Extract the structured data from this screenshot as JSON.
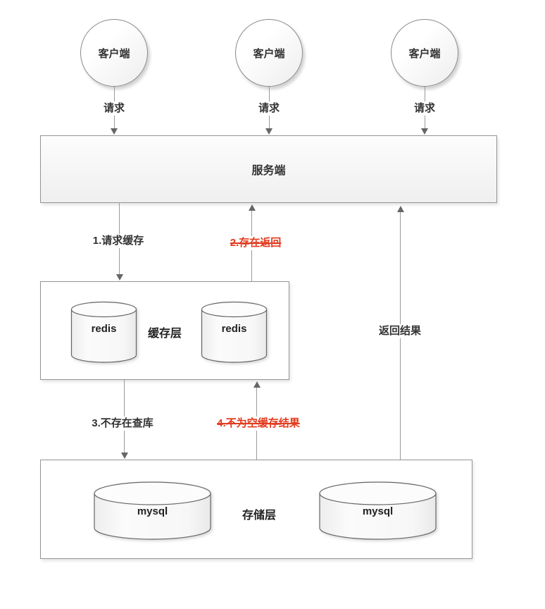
{
  "diagram": {
    "clients": [
      {
        "label": "客户端"
      },
      {
        "label": "客户端"
      },
      {
        "label": "客户端"
      }
    ],
    "request_label": "请求",
    "server": {
      "label": "服务端"
    },
    "cache_layer": {
      "label": "缓存层",
      "nodes": [
        {
          "label": "redis"
        },
        {
          "label": "redis"
        }
      ]
    },
    "storage_layer": {
      "label": "存储层",
      "nodes": [
        {
          "label": "mysql"
        },
        {
          "label": "mysql"
        }
      ]
    },
    "flows": [
      {
        "label": "1.请求缓存",
        "style": "normal",
        "direction": "server-to-cache"
      },
      {
        "label": "2.存在返回",
        "style": "red-strike",
        "direction": "cache-to-server"
      },
      {
        "label": "3.不存在查库",
        "style": "normal",
        "direction": "cache-to-storage"
      },
      {
        "label": "4.不为空缓存结果",
        "style": "red-strike",
        "direction": "storage-to-cache"
      },
      {
        "label": "返回结果",
        "style": "normal",
        "direction": "storage-to-server"
      }
    ],
    "colors": {
      "red": "#e23b1f",
      "line": "#9a9a9a",
      "arrowhead": "#666666",
      "border": "#949494"
    }
  }
}
